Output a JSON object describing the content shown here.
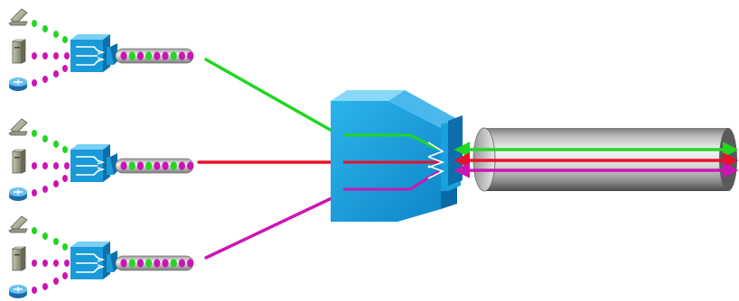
{
  "diagram": {
    "colors": {
      "background": "#ffffff",
      "green": "#22d622",
      "red": "#e8102a",
      "magenta": "#cc14b4",
      "device_blue": "#1aa0dc",
      "device_blue_dark": "#0d78b4",
      "device_blue_light": "#64c8f0",
      "trunk_light": "#f0f0f0",
      "trunk_dark": "#555555"
    },
    "source_groups": [
      {
        "name": "group-1",
        "line_color": "green",
        "devices": [
          "phone-icon",
          "server-icon",
          "router-icon"
        ]
      },
      {
        "name": "group-2",
        "line_color": "red",
        "devices": [
          "phone-icon",
          "server-icon",
          "router-icon"
        ]
      },
      {
        "name": "group-3",
        "line_color": "magenta",
        "devices": [
          "phone-icon",
          "server-icon",
          "router-icon"
        ]
      }
    ],
    "bead_pattern": [
      "magenta",
      "green",
      "magenta",
      "green",
      "magenta",
      "magenta",
      "green",
      "magenta",
      "magenta"
    ],
    "trunk_arrows": [
      {
        "color": "green",
        "direction": "both"
      },
      {
        "color": "red",
        "direction": "both"
      },
      {
        "color": "magenta",
        "direction": "both"
      }
    ]
  }
}
